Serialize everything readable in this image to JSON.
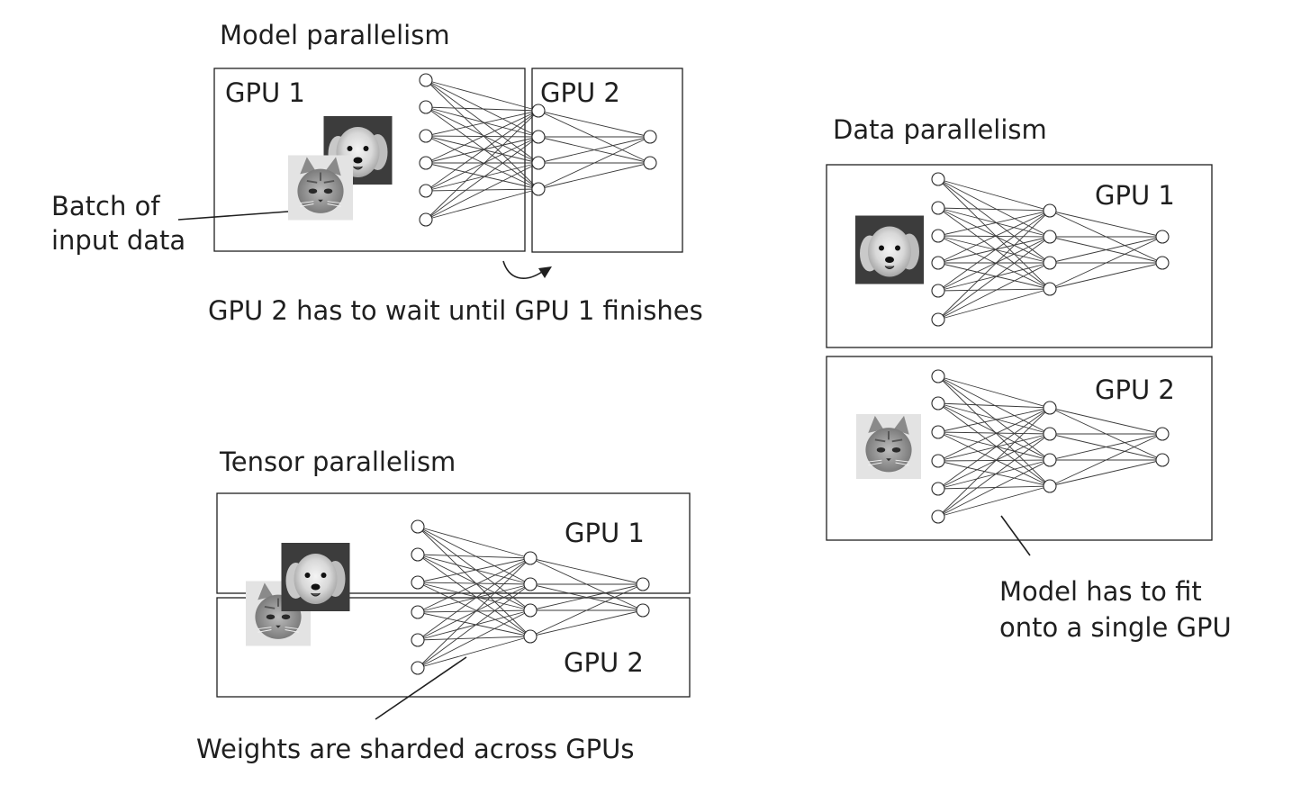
{
  "model_parallelism": {
    "title": "Model parallelism",
    "gpu1_label": "GPU 1",
    "gpu2_label": "GPU 2",
    "batch_label_line1": "Batch of",
    "batch_label_line2": "input data",
    "wait_caption": "GPU 2 has to wait until GPU 1 finishes"
  },
  "data_parallelism": {
    "title": "Data parallelism",
    "gpu1_label": "GPU 1",
    "gpu2_label": "GPU 2",
    "caption_line1": "Model has to fit",
    "caption_line2": "onto a single GPU"
  },
  "tensor_parallelism": {
    "title": "Tensor parallelism",
    "gpu1_label": "GPU 1",
    "gpu2_label": "GPU 2",
    "caption": "Weights are sharded across GPUs"
  },
  "network": {
    "layer_sizes": [
      6,
      4,
      2
    ]
  },
  "colors": {
    "line": "#1f1f1f",
    "node_fill": "#ffffff"
  }
}
